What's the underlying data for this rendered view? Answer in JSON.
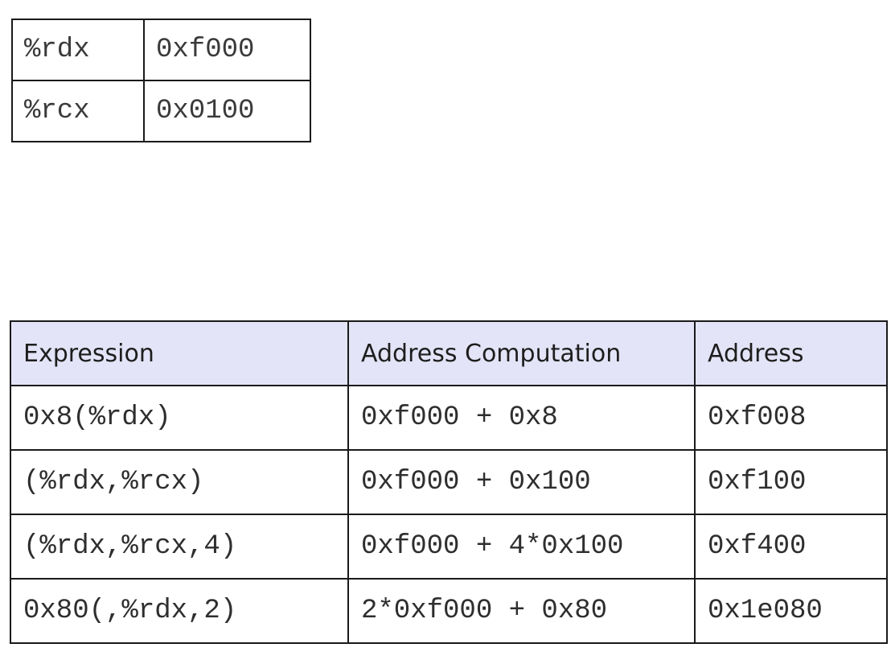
{
  "registers": [
    {
      "name": "%rdx",
      "value": "0xf000"
    },
    {
      "name": "%rcx",
      "value": "0x0100"
    }
  ],
  "address_table": {
    "headers": [
      "Expression",
      "Address Computation",
      "Address"
    ],
    "rows": [
      {
        "expression": "0x8(%rdx)",
        "computation": "0xf000 + 0x8",
        "address": "0xf008"
      },
      {
        "expression": "(%rdx,%rcx)",
        "computation": "0xf000 + 0x100",
        "address": "0xf100"
      },
      {
        "expression": "(%rdx,%rcx,4)",
        "computation": "0xf000 + 4*0x100",
        "address": "0xf400"
      },
      {
        "expression": "0x80(,%rdx,2)",
        "computation": "2*0xf000 + 0x80",
        "address": "0x1e080"
      }
    ]
  }
}
